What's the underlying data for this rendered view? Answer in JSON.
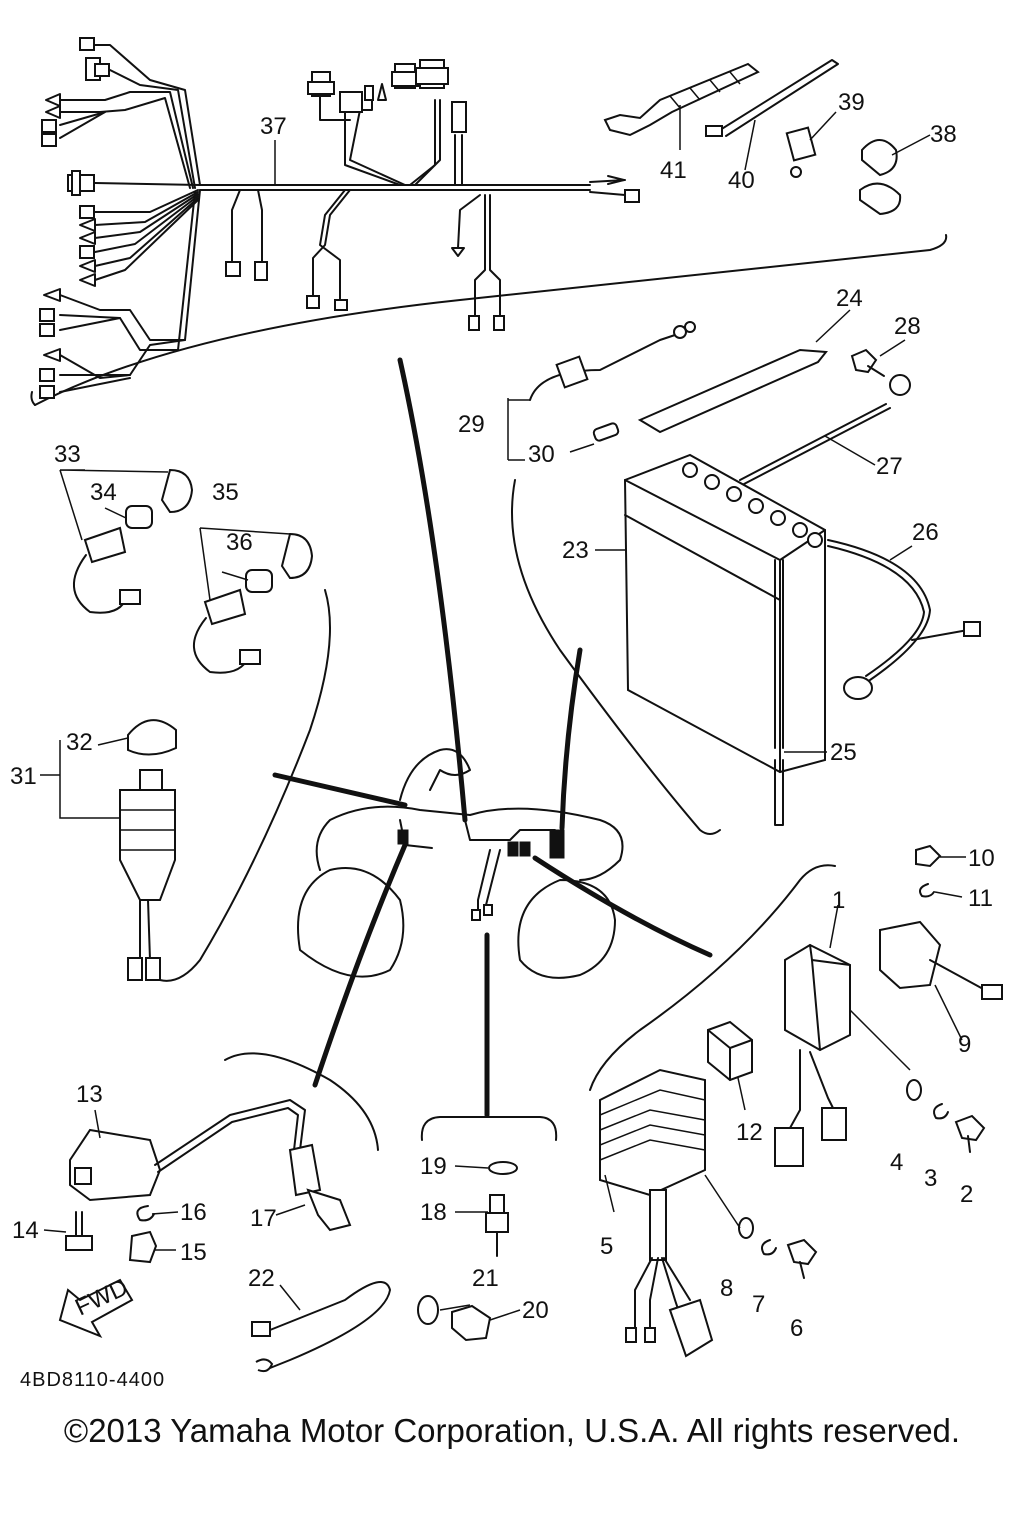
{
  "diagram": {
    "code": "4BD8110-4400",
    "fwd_label": "FWD",
    "copyright": "©2013 Yamaha Motor Corporation, U.S.A. All rights reserved.",
    "labels": [
      "1",
      "2",
      "3",
      "4",
      "5",
      "6",
      "7",
      "8",
      "9",
      "10",
      "11",
      "12",
      "13",
      "14",
      "15",
      "16",
      "17",
      "18",
      "19",
      "20",
      "21",
      "22",
      "23",
      "24",
      "25",
      "26",
      "27",
      "28",
      "29",
      "30",
      "31",
      "32",
      "33",
      "34",
      "35",
      "36",
      "37",
      "38",
      "39",
      "40",
      "41"
    ]
  }
}
